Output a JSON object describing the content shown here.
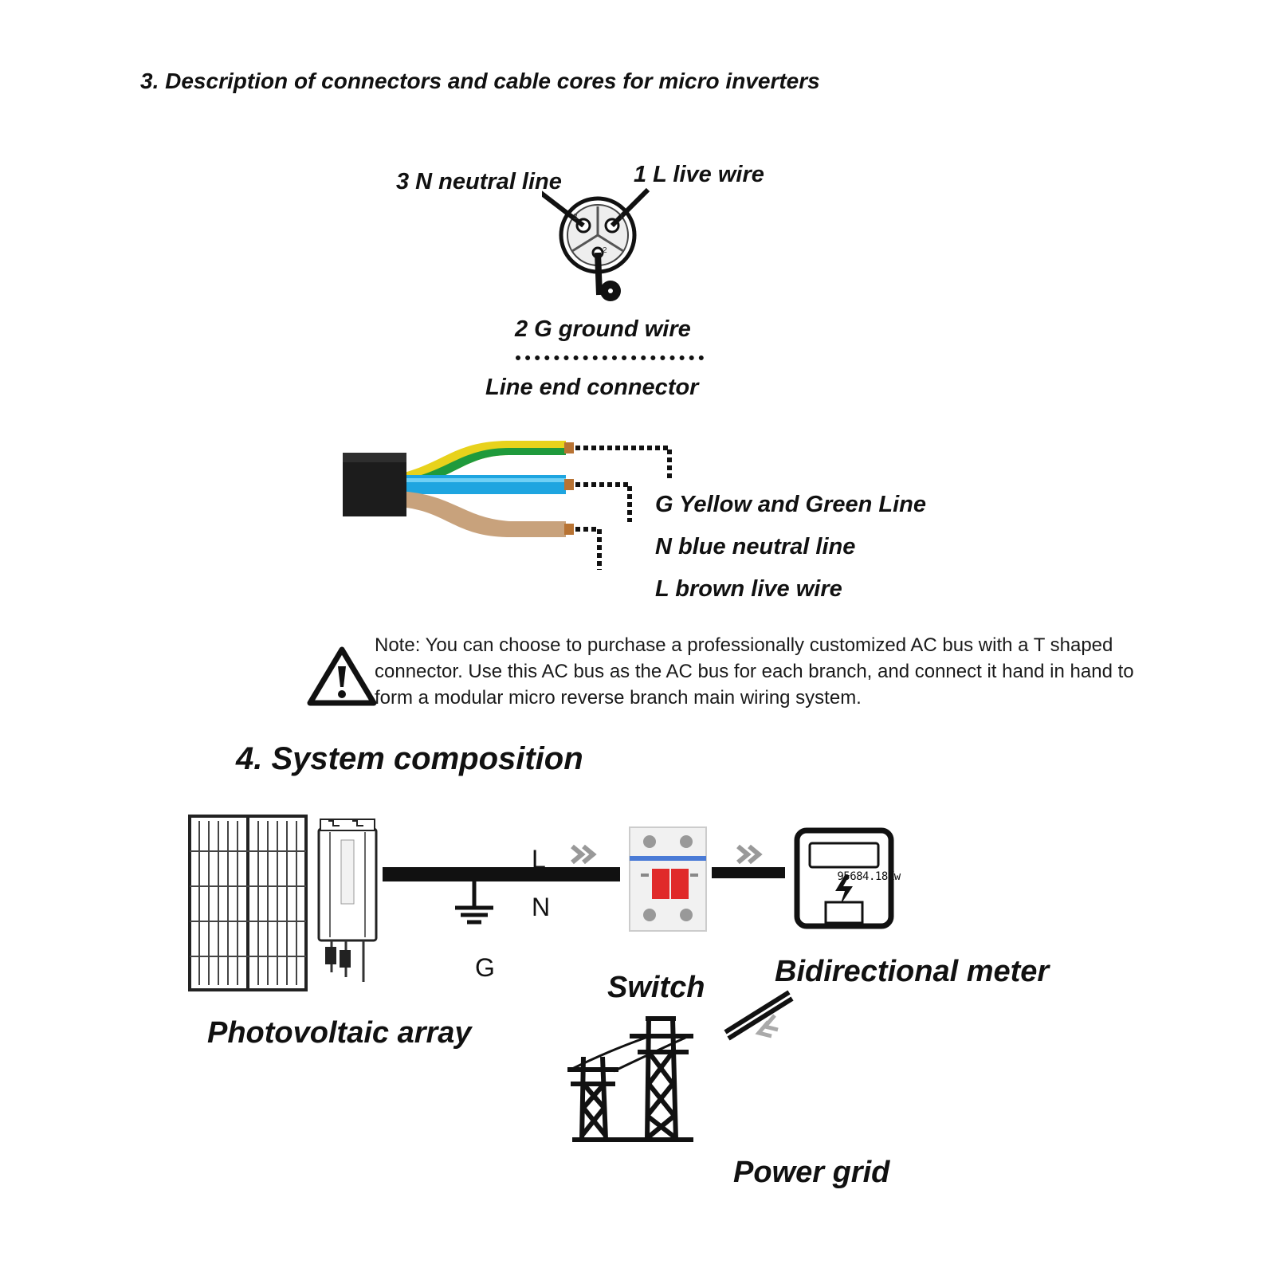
{
  "section3": {
    "title": "3.  Description of connectors and cable cores for micro inverters",
    "connector": {
      "neutral_label": "3 N neutral line",
      "live_label": "1 L live wire",
      "ground_label": "2 G ground wire",
      "line_end_label": "Line end connector",
      "pin_numbers": [
        "3",
        "1",
        "2"
      ]
    },
    "cable": {
      "ground_label": "G Yellow and Green Line",
      "neutral_label": "N blue neutral line",
      "live_label": "L brown live wire"
    },
    "note": "Note: You can choose to purchase a professionally customized AC bus with a T shaped connector. Use this AC bus as the AC bus for each branch, and connect it hand in hand to form a modular micro reverse branch main wiring system."
  },
  "section4": {
    "title": "4. System composition",
    "pv_label": "Photovoltaic array",
    "switch_label": "Switch",
    "meter_label": "Bidirectional meter",
    "meter_reading": "95684.18Kw",
    "grid_label": "Power grid",
    "bus_L": "L",
    "bus_N": "N",
    "ground_G": "G"
  },
  "colors": {
    "cable_yellow": "#e8d21c",
    "cable_green": "#1f9a3c",
    "cable_blue": "#1ea5e0",
    "cable_brown": "#c8a27c",
    "copper": "#b87333",
    "breaker_red": "#e02a2a"
  }
}
